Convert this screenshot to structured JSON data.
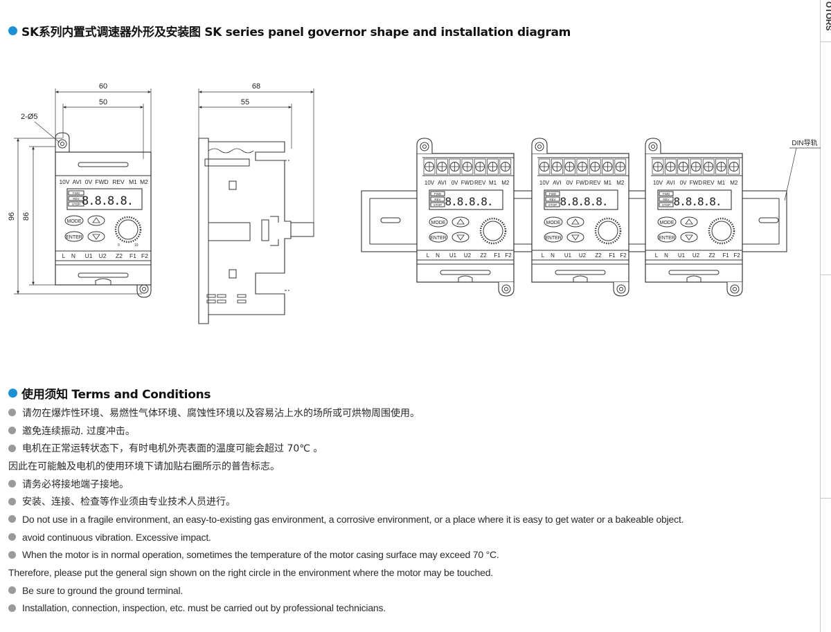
{
  "section1": {
    "title": "SK系列内置式调速器外形及安装图 SK series panel governor shape and installation diagram"
  },
  "drawing": {
    "dims": {
      "w60": "60",
      "w50": "50",
      "w68": "68",
      "w55": "55",
      "h96": "96",
      "h86": "86",
      "holes": "2-Ø5"
    },
    "top_terminals": [
      "10V",
      "AVI",
      "0V",
      "FWD",
      "REV",
      "M1",
      "M2"
    ],
    "bottom_terminals": [
      "L",
      "N",
      "U1",
      "U2",
      "Z2",
      "F1",
      "F2"
    ],
    "indicators": [
      "FWD",
      "REV",
      "STOP"
    ],
    "display": "8.8.8.8.",
    "buttons": {
      "mode": "MODE",
      "enter": "ENTER"
    },
    "knob_scale": [
      "0",
      "10"
    ],
    "din_label": "DIN导轨"
  },
  "section2": {
    "title": "使用须知 Terms and Conditions",
    "items": [
      {
        "bullet": true,
        "lang": "zh",
        "text": "请勿在爆炸性环境、易燃性气体环境、腐蚀性环境以及容易沾上水的场所或可烘物周围使用。"
      },
      {
        "bullet": true,
        "lang": "zh",
        "text": "邀免连续振动. 过度冲击。"
      },
      {
        "bullet": true,
        "lang": "zh",
        "text": "电机在正常运转状态下，有时电机外壳表面的温度可能会超过 70℃ 。"
      },
      {
        "bullet": false,
        "lang": "zh",
        "text": "因此在可能触及电机的使用环境下请加贴右圈所示的普告标志。"
      },
      {
        "bullet": true,
        "lang": "zh",
        "text": "请务必将接地端子接地。"
      },
      {
        "bullet": true,
        "lang": "zh",
        "text": "安装、连接、检查等作业须由专业技术人员进行。"
      },
      {
        "bullet": true,
        "lang": "en",
        "text": "Do not use in a fragile environment, an easy-to-existing gas environment, a corrosive environment, or a place where it is easy to get water or a bakeable object."
      },
      {
        "bullet": true,
        "lang": "en",
        "text": "avoid continuous vibration. Excessive impact."
      },
      {
        "bullet": true,
        "lang": "en",
        "text": "When the motor is in normal operation, sometimes the temperature of the motor casing surface may exceed 70 °C."
      },
      {
        "bullet": false,
        "lang": "en",
        "text": "Therefore, please put the general sign shown on the right circle in the environment where the motor may be touched."
      },
      {
        "bullet": true,
        "lang": "en",
        "text": "Be sure to ground the ground terminal."
      },
      {
        "bullet": true,
        "lang": "en",
        "text": "Installation, connection, inspection, etc. must be carried out by professional technicians."
      }
    ]
  },
  "side_tab": "OTORS"
}
